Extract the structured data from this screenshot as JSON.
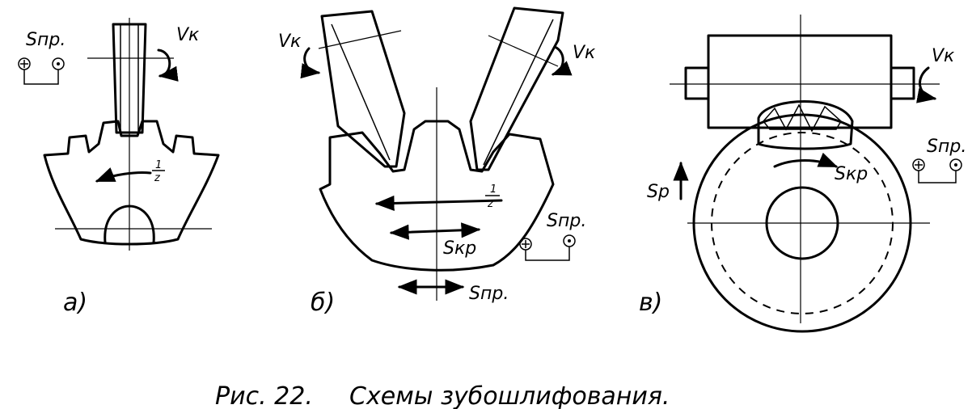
{
  "figure": {
    "caption_number": "Рис. 22.",
    "caption_title": "Схемы зубошлифования."
  },
  "panels": [
    {
      "id": "a",
      "label": "а)",
      "labels": {
        "rotation": "Vк",
        "feed": "Sпр.",
        "fraction_num": "1",
        "fraction_den": "z"
      }
    },
    {
      "id": "b",
      "label": "б)",
      "labels": {
        "rotation_left": "Vк",
        "rotation_right": "Vк",
        "fraction_num": "1",
        "fraction_den": "z",
        "feed": "Sпр.",
        "circular_feed": "Sкр",
        "bottom_feed": "Sпр."
      }
    },
    {
      "id": "v",
      "label": "в)",
      "labels": {
        "rotation": "Vк",
        "feed": "Sпр.",
        "radial_feed": "Sр",
        "circular_feed": "Sкр"
      }
    }
  ]
}
